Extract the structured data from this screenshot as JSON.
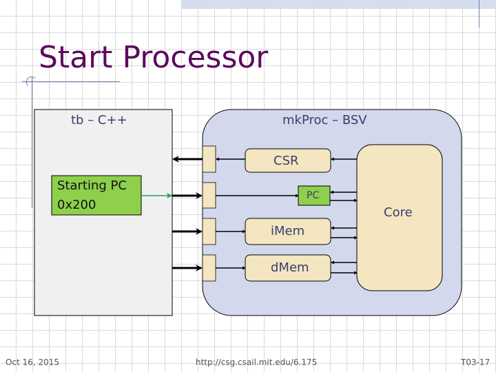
{
  "slide": {
    "title": "Start Processor",
    "footer": {
      "date": "Oct 16, 2015",
      "url": "http://csg.csail.mit.edu/6.175",
      "slide_number": "T03-17"
    }
  },
  "diagram": {
    "testbench": {
      "label": "tb – C++"
    },
    "starting_pc": {
      "line1": "Starting PC",
      "line2": "0x200"
    },
    "processor": {
      "label": "mkProc – BSV"
    },
    "modules": {
      "csr": "CSR",
      "pc": "PC",
      "imem": "iMem",
      "dmem": "dMem",
      "core": "Core"
    },
    "colors": {
      "testbench_fill": "#f0f0f0",
      "processor_fill": "#d4d8ec",
      "module_fill": "#f3e6c0",
      "pc_fill": "#8ecf4c",
      "title": "#5c0a5c",
      "label_text": "#3a3d6e",
      "green_arrow": "#22a05a"
    }
  }
}
